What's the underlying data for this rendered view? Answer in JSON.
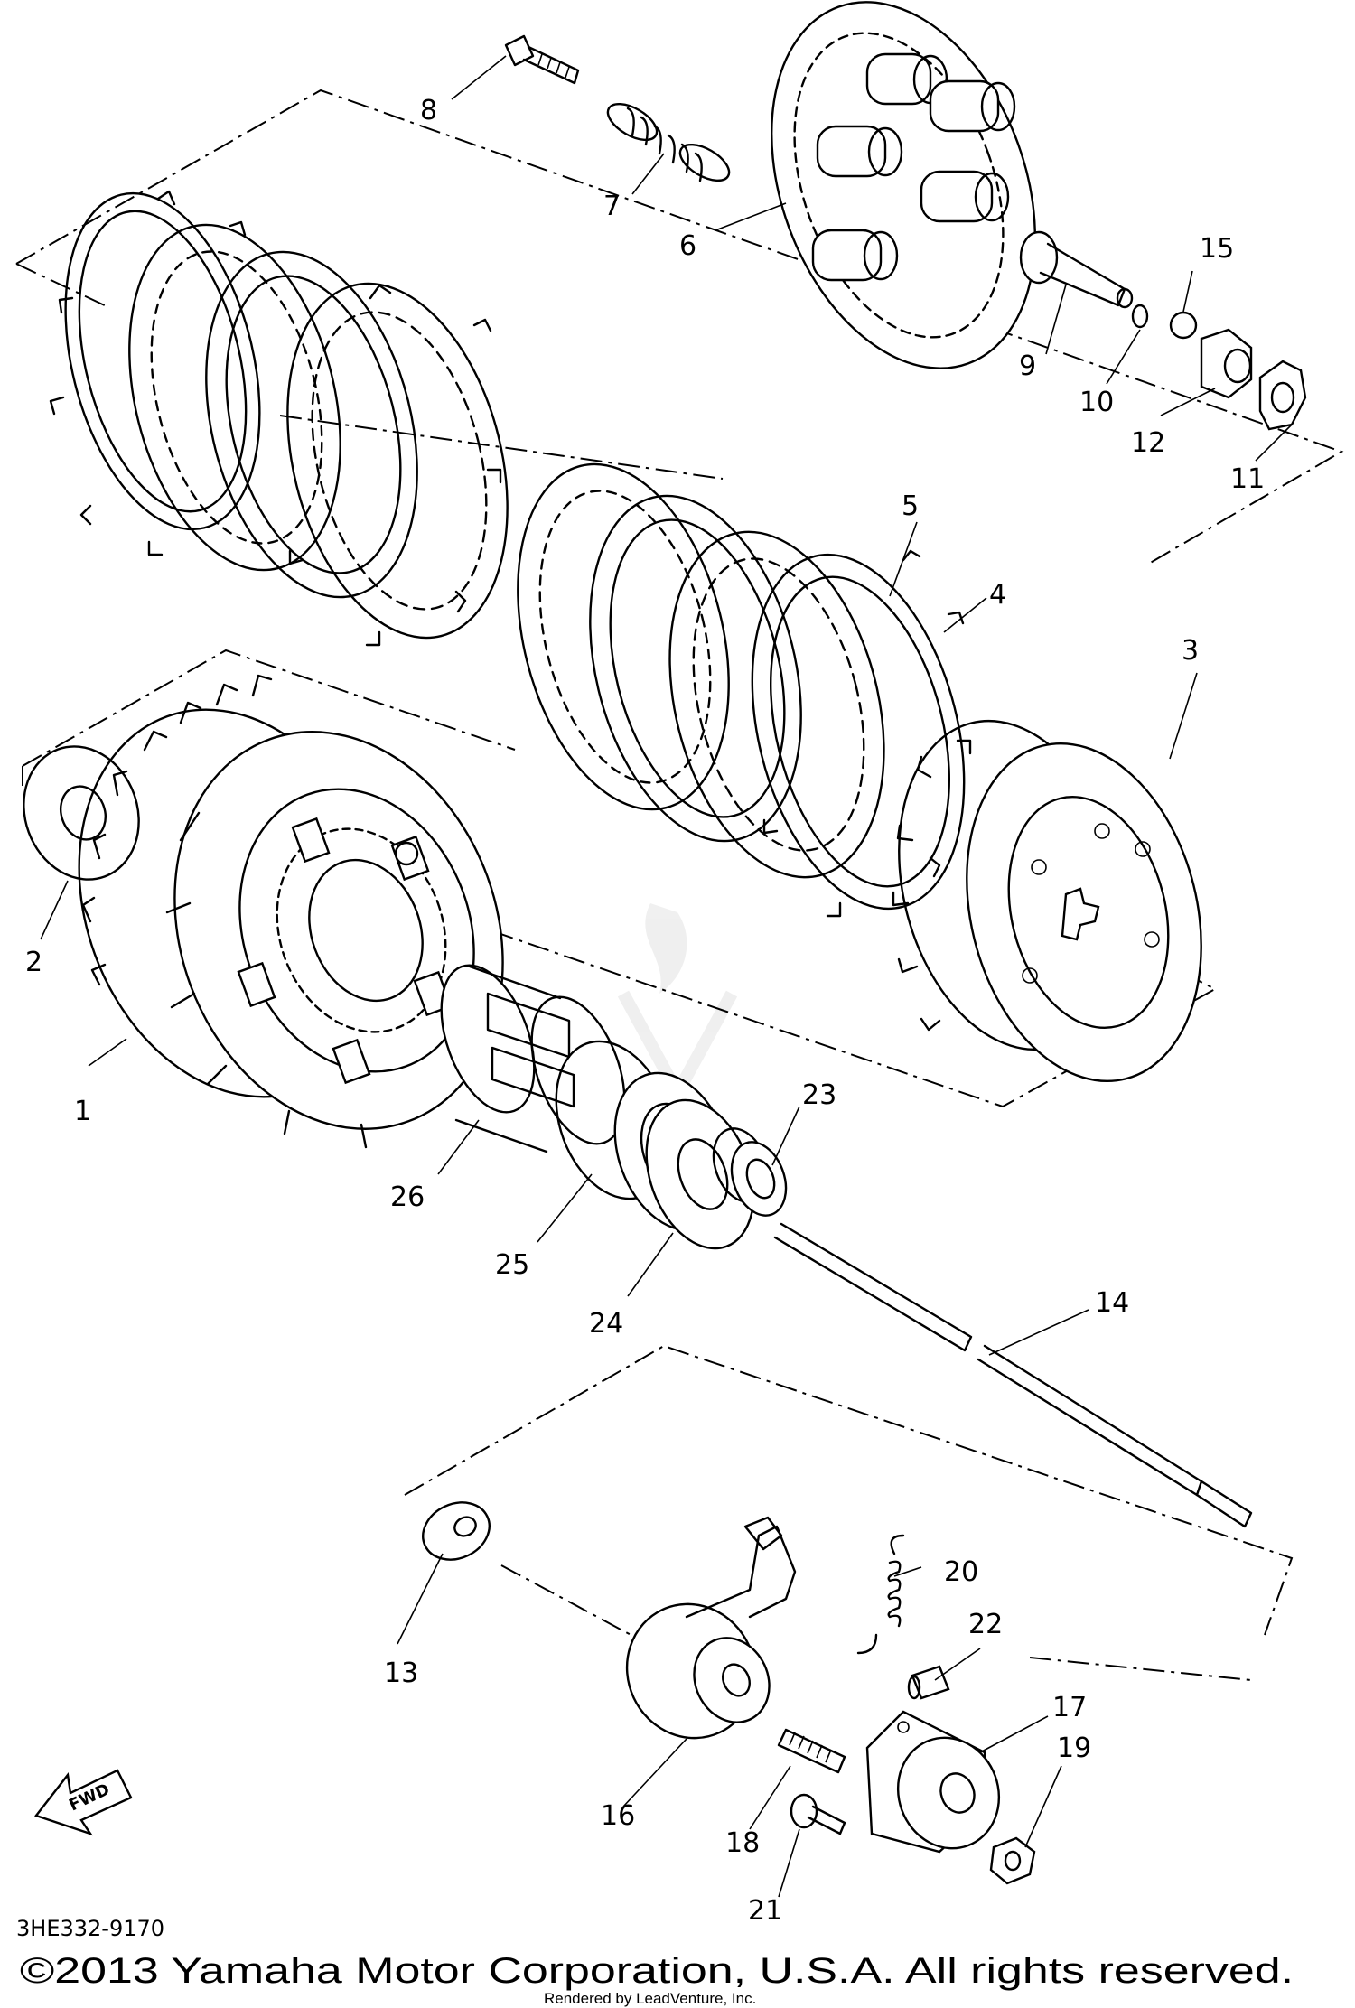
{
  "diagram": {
    "part_callouts": [
      "1",
      "2",
      "3",
      "4",
      "5",
      "6",
      "7",
      "8",
      "9",
      "10",
      "11",
      "12",
      "13",
      "14",
      "15",
      "16",
      "17",
      "18",
      "19",
      "20",
      "21",
      "22",
      "23",
      "24",
      "25",
      "26"
    ],
    "direction_marker": "FWD",
    "diagram_code": "3HE332-9170",
    "copyright": "©2013 Yamaha Motor Corporation, U.S.A. All rights reserved.",
    "rendered_by": "Rendered by LeadVenture, Inc."
  },
  "colors": {
    "ink": "#000000",
    "paper": "#ffffff"
  }
}
